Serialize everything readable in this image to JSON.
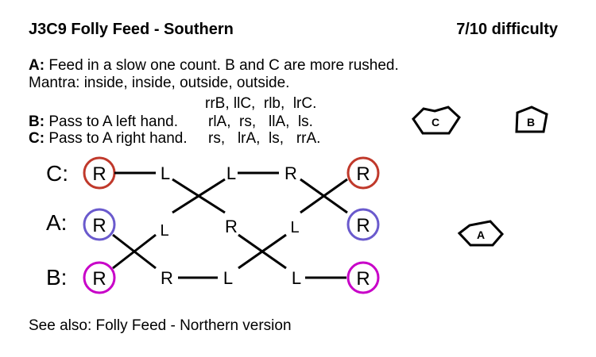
{
  "title": "J3C9 Folly Feed - Southern",
  "difficulty": "7/10 difficulty",
  "description": {
    "a_label": "A:",
    "a_text": " Feed in a slow one count. B and C are more rushed.",
    "mantra": "Mantra: inside, inside, outside, outside.",
    "c_pattern_top": "rrB, llC,  rlb,  lrC.",
    "b_label": "B:",
    "b_text": " Pass to A left hand.",
    "b_pattern": "rlA,  rs,   llA,  ls.",
    "c_label": "C:",
    "c_text": " Pass to A right hand.",
    "c_pattern": "rs,   lrA,  ls,   rrA."
  },
  "diagram": {
    "row_labels": [
      "C:",
      "A:",
      "B:"
    ],
    "start_circles": [
      "R",
      "R",
      "R"
    ],
    "end_circles": [
      "R",
      "R",
      "R"
    ],
    "colors": {
      "C": "#c0392b",
      "A": "#6a5acd",
      "B": "#c800c8"
    },
    "hand_labels": {
      "c_row": [
        "L",
        "L",
        "R"
      ],
      "a_row": [
        "L",
        "R",
        "L"
      ],
      "b_row": [
        "R",
        "L",
        "L"
      ]
    }
  },
  "formation": {
    "C": "C",
    "B": "B",
    "A": "A"
  },
  "see_also": "See also: Folly Feed - Northern version"
}
